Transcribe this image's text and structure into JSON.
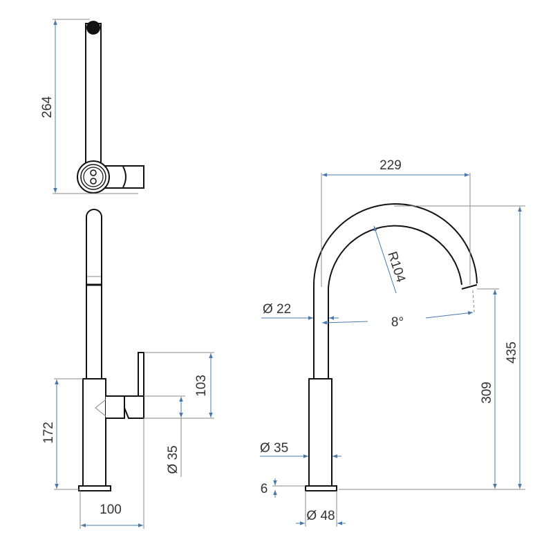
{
  "drawing": {
    "colors": {
      "outline": "#111111",
      "dimension": "#4a78aa",
      "extension": "#8a8a8a"
    },
    "top_view": {
      "dimensions": {
        "length": "264"
      }
    },
    "side_view": {
      "dimensions": {
        "body_height": "172",
        "handle_height": "103",
        "handle_diameter": "Ø 35",
        "depth": "100"
      }
    },
    "front_view": {
      "dimensions": {
        "reach": "229",
        "total_height": "435",
        "spout_height": "309",
        "radius": "R104",
        "spout_diameter": "Ø 22",
        "angle": "8°",
        "body_diameter": "Ø 35",
        "base_thickness": "6",
        "base_diameter": "Ø 48"
      }
    }
  }
}
